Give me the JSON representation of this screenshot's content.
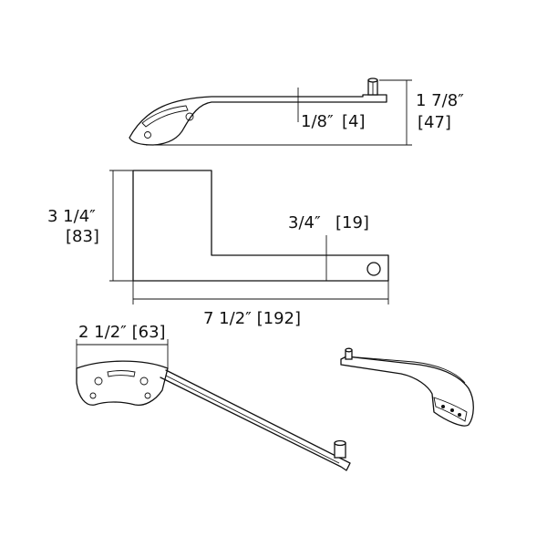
{
  "dimensions": {
    "overall_height": {
      "imperial": "1 7/8″",
      "metric": "[47]"
    },
    "thickness": {
      "imperial": "1/8″",
      "metric": "[4]"
    },
    "bracket_height": {
      "imperial": "3 1/4″",
      "metric": "[83]"
    },
    "arm_height": {
      "imperial": "3/4″",
      "metric": "[19]"
    },
    "overall_length": {
      "text": "7 1/2″ [192]"
    },
    "plate_width": {
      "text": "2 1/2″ [63]"
    }
  },
  "colors": {
    "line": "#111111",
    "background": "#ffffff"
  }
}
